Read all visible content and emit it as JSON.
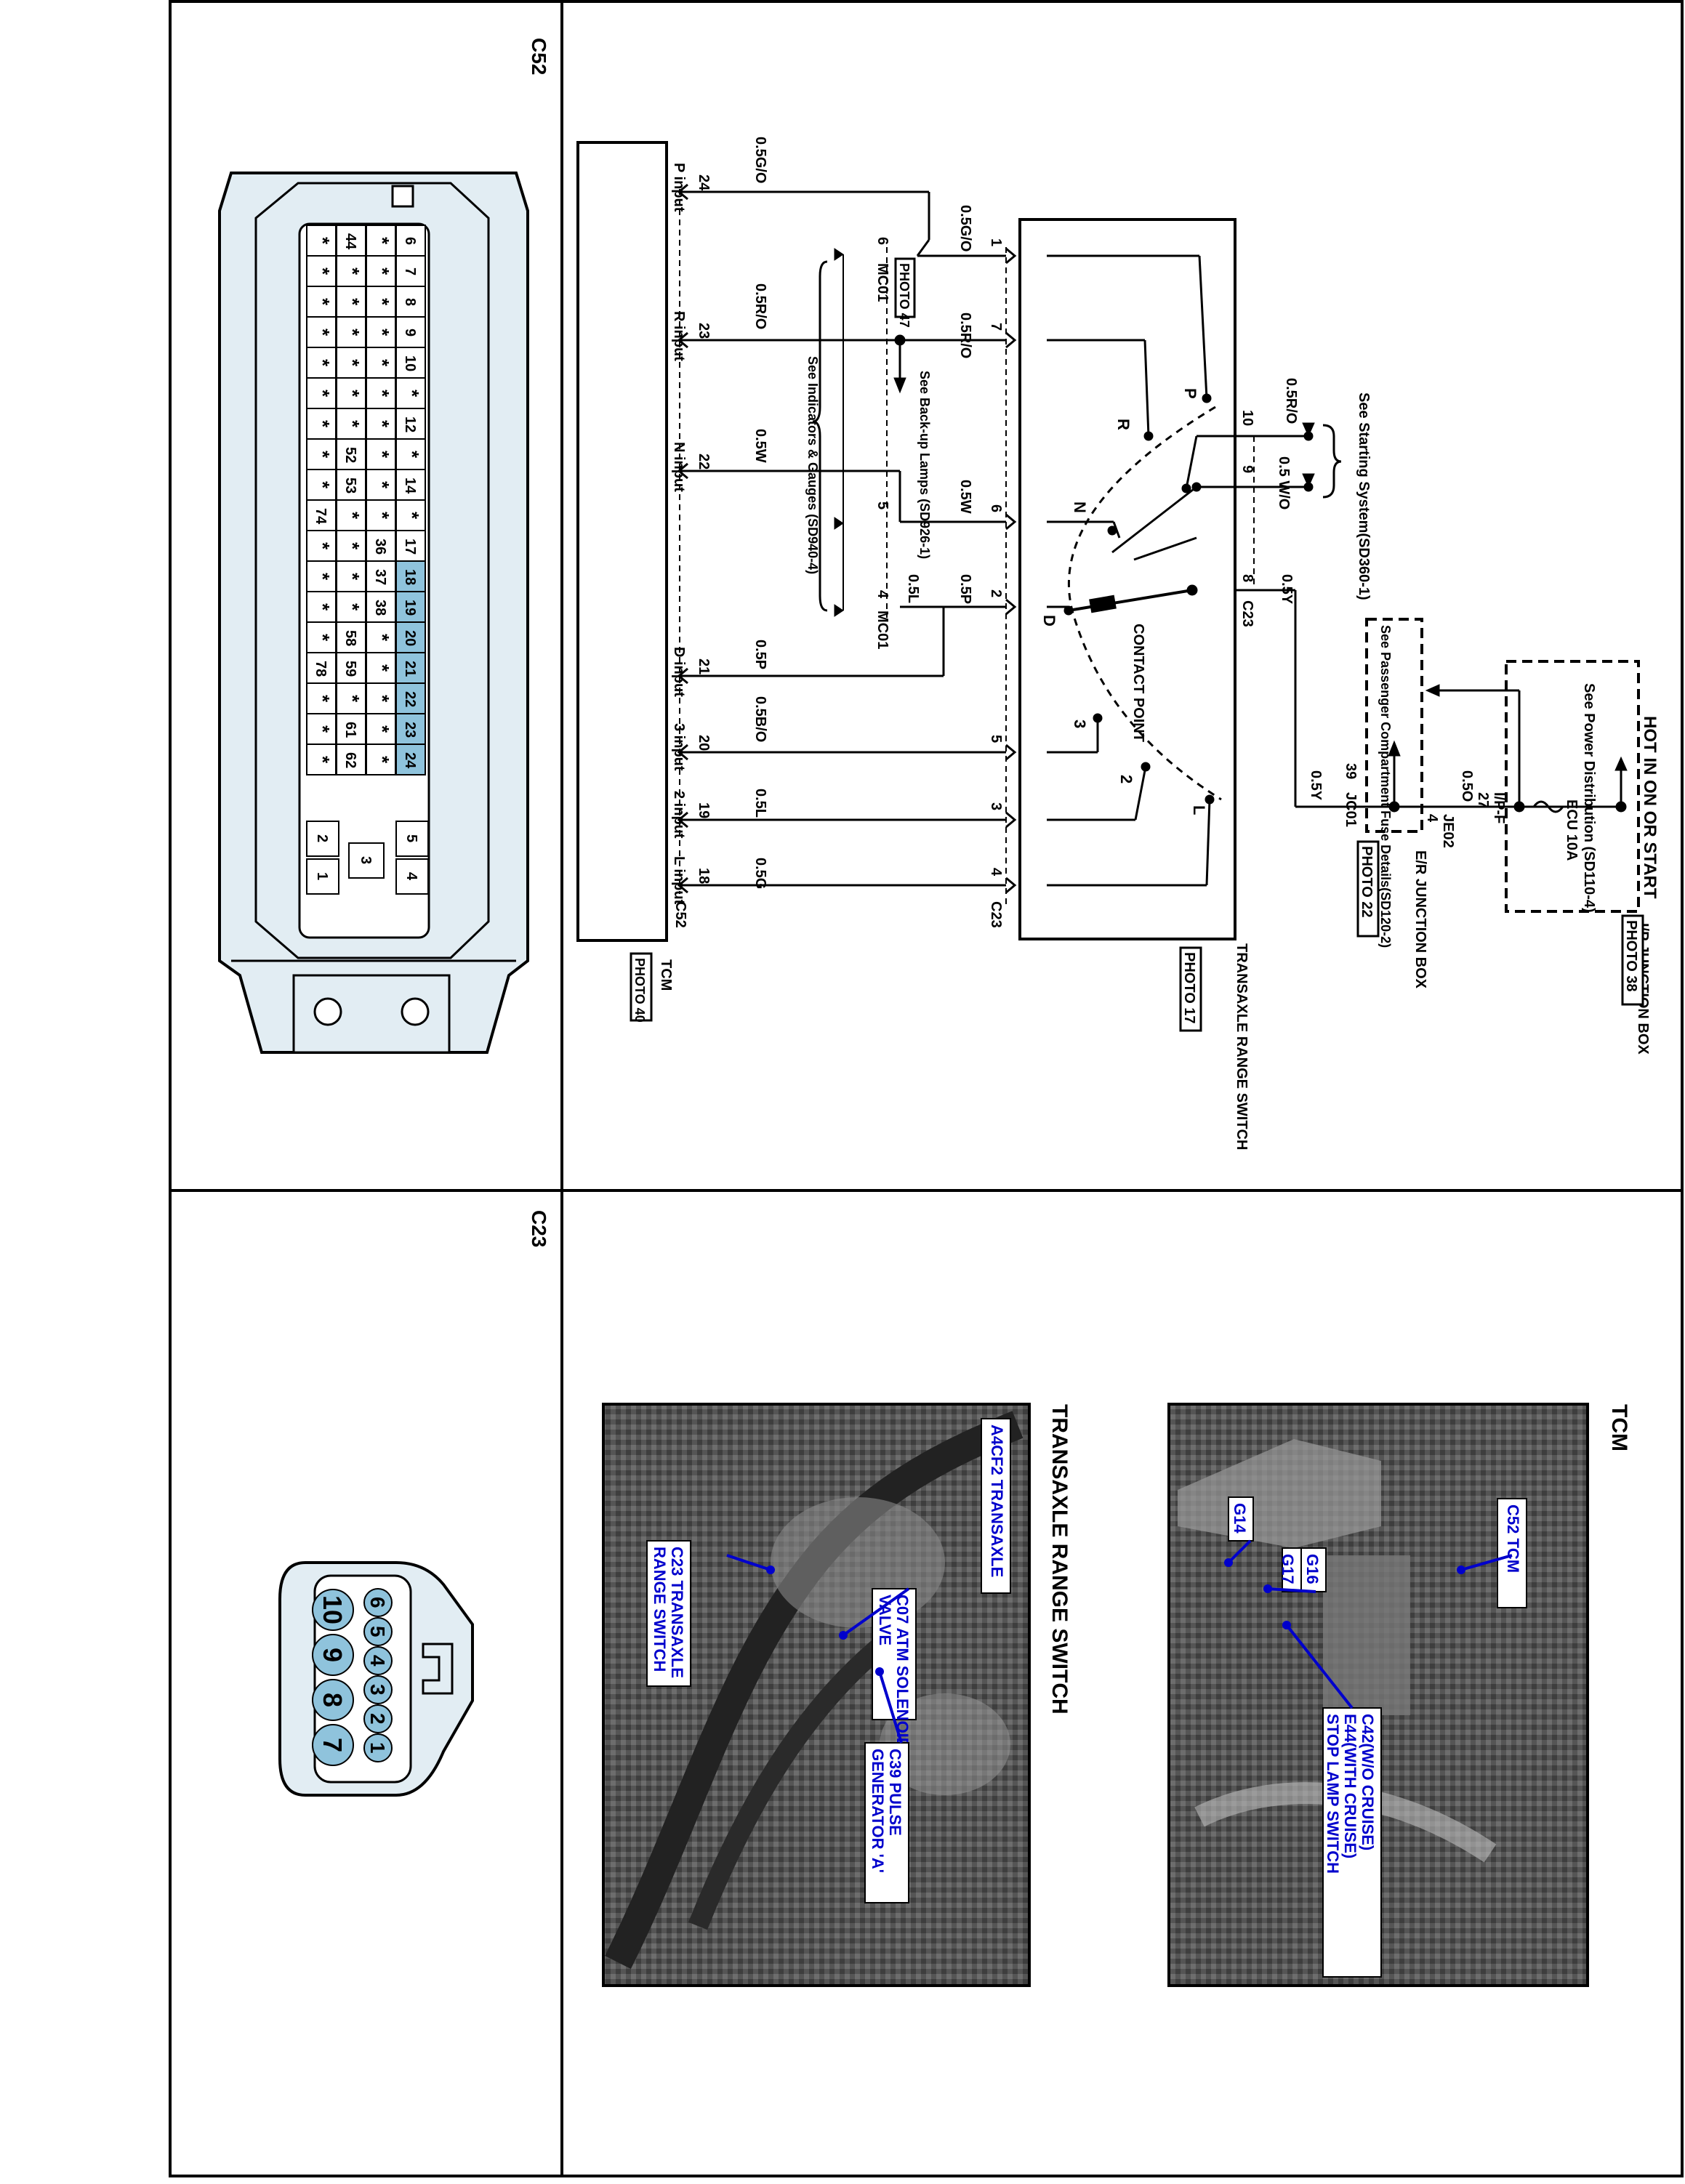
{
  "sections": {
    "c52_title": "C52",
    "c23_title": "C23",
    "tcm_photo_title": "TCM",
    "range_switch_photo_title": "TRANSAXLE RANGE SWITCH"
  },
  "c52_connector": {
    "pins": [
      [
        "6",
        "7",
        "8",
        "9",
        "10",
        "*",
        "12",
        "*",
        "14",
        "*",
        "17",
        "18",
        "19",
        "20",
        "21",
        "22",
        "23",
        "24"
      ],
      [
        "*",
        "*",
        "*",
        "*",
        "*",
        "*",
        "*",
        "*",
        "*",
        "*",
        "36",
        "37",
        "38",
        "*",
        "*",
        "*",
        "*",
        "*"
      ],
      [
        "44",
        "*",
        "*",
        "*",
        "*",
        "*",
        "*",
        "52",
        "53",
        "*",
        "*",
        "*",
        "*",
        "58",
        "59",
        "*",
        "61",
        "62"
      ],
      [
        "*",
        "*",
        "*",
        "*",
        "*",
        "*",
        "*",
        "*",
        "*",
        "74",
        "*",
        "*",
        "*",
        "*",
        "78",
        "*",
        "*",
        "*"
      ]
    ],
    "highlighted_pins": [
      "18",
      "19",
      "20",
      "21",
      "22",
      "23",
      "24"
    ],
    "lower_pins": [
      "5",
      "4",
      "2",
      "1",
      "3"
    ]
  },
  "c23_connector": {
    "top_row": [
      "6",
      "5",
      "4",
      "3",
      "2",
      "1"
    ],
    "bottom_row": [
      "10",
      "9",
      "8",
      "7"
    ]
  },
  "schematic": {
    "hot_in_label": "HOT IN ON OR START",
    "power_dist_ref": "See Power Distribution (SD110-4)",
    "ecu_fuse": "ECU 10A",
    "ip_junction_box": "I/P JUNCTION BOX",
    "photo_38": "PHOTO 38",
    "ip_f": "I/P-F",
    "pin_27": "27",
    "wire_05o": "0.5O",
    "je02": "JE02",
    "pin_4_je": "4",
    "er_junction_box": "E/R JUNCTION BOX",
    "photo_22": "PHOTO 22",
    "jc01": "JC01",
    "pin_39": "39",
    "wire_05y_a": "0.5Y",
    "wire_05y_b": "0.5Y",
    "passenger_fuse_ref": "See Passenger Compartment Fuse Details(SD120-2)",
    "starting_ref": "See Starting System(SD360-1)",
    "wire_05ro_top": "0.5R/O",
    "wire_wo": "0.5 W/O",
    "pin_10": "10",
    "pin_9": "9",
    "pin_8_c23": "8",
    "c23_label": "C23",
    "contact_point": "CONTACT POINT",
    "pos_p": "P",
    "pos_r": "R",
    "pos_n": "N",
    "pos_d": "D",
    "pos_3": "3",
    "pos_2": "2",
    "pos_l": "L",
    "range_switch_label": "TRANSAXLE RANGE SWITCH",
    "photo_17": "PHOTO 17",
    "sw_pins": [
      "1",
      "7",
      "6",
      "2",
      "5",
      "3",
      "4"
    ],
    "c23_bottom": "C23",
    "wire_05go_a": "0.5G/O",
    "wire_05ro_a": "0.5R/O",
    "wire_05w_a": "0.5W",
    "wire_05p_a": "0.5P",
    "wire_05l_a": "0.5L",
    "mc01_top": "MC01",
    "mc01_pin6": "6",
    "mc01_pin5": "5",
    "mc01_pin4": "4",
    "mc01_bottom": "MC01",
    "photo_47": "PHOTO 47",
    "backup_ref": "See Back-up Lamps (SD926-1)",
    "gauges_ref": "See Indicators & Gauges (SD940-4)",
    "wire_05go_b": "0.5G/O",
    "wire_05ro_b": "0.5R/O",
    "wire_05w_b": "0.5W",
    "wire_05p_b": "0.5P",
    "wire_05bo": "0.5B/O",
    "wire_05l_b": "0.5L",
    "wire_05g": "0.5G",
    "tcm_pins": [
      "24",
      "23",
      "22",
      "21",
      "20",
      "19",
      "18"
    ],
    "tcm_inputs": [
      "P input",
      "R input",
      "N input",
      "D input",
      "3 input",
      "2 input",
      "L input"
    ],
    "c52_label": "C52",
    "tcm_label": "TCM",
    "photo_40": "PHOTO 40"
  },
  "photos": {
    "range_switch": {
      "labels": [
        "A4CF2 TRANSAXLE",
        "C23 TRANSAXLE RANGE SWITCH",
        "C07 ATM SOLENOID VALVE",
        "C39 PULSE GENERATOR 'A'"
      ]
    },
    "tcm": {
      "labels": [
        "C52 TCM",
        "G16",
        "G17",
        "G14",
        "C42(W/O CRUISE) E44(WITH CRUISE) STOP LAMP SWITCH"
      ]
    }
  }
}
